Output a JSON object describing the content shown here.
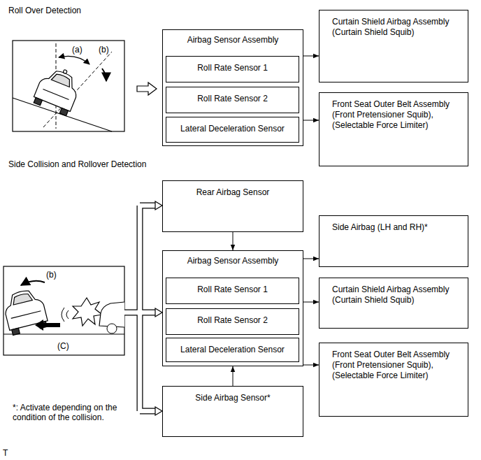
{
  "diagram": {
    "nodes": [
      {
        "text": [
          "Airbag Sensor Assembly"
        ]
      },
      {
        "text": [
          "Roll Rate Sensor 1"
        ],
        "in": 0
      },
      {
        "text": [
          "Roll Rate Sensor 2"
        ],
        "in": 0
      },
      {
        "text": [
          "Lateral Deceleration Sensor"
        ],
        "in": 0
      },
      {
        "text": [
          "Curtain Shield Airbag Assembly (Curtain Shield Squib)"
        ]
      },
      {
        "text": [
          "Front Seat Outer Belt Assembly (Front Pretensioner Squib), (Selectable Force Limiter)"
        ]
      },
      {
        "text": [
          "Rear Airbag Sensor"
        ]
      },
      {
        "text": [
          "Side Airbag (LH and RH)*"
        ]
      },
      {
        "text": [
          "Airbag Sensor Assembly"
        ]
      },
      {
        "text": [
          "Roll Rate Sensor 1"
        ],
        "in": 8
      },
      {
        "text": [
          "Roll Rate Sensor 2"
        ],
        "in": 8
      },
      {
        "text": [
          "Lateral Deceleration Sensor"
        ],
        "in": 8
      },
      {
        "text": [
          "Curtain Shield Airbag Assembly (Curtain Shield Squib)"
        ]
      },
      {
        "text": [
          "Front Seat Outer Belt Assembly (Front Pretensioner Squib), (Selectable Force Limiter)"
        ]
      },
      {
        "text": [
          "Side Airbag Sensor*"
        ]
      }
    ],
    "edges": [
      {
        "from": 0,
        "to": 4,
        "arrow": "to"
      },
      {
        "from": 0,
        "to": 5,
        "arrow": "to"
      },
      {
        "from": 6,
        "to": 8,
        "arrow": "to"
      },
      {
        "from": 14,
        "to": 8,
        "arrow": "to"
      },
      {
        "from": 8,
        "to": 7,
        "arrow": "to"
      },
      {
        "from": 8,
        "to": 12,
        "arrow": "to"
      },
      {
        "from": 8,
        "to": 13,
        "arrow": "to"
      }
    ],
    "labels": [
      "Roll Over Detection",
      "(a)",
      "(b)",
      "Side Collision and Rollover Detection",
      "(b)",
      "(C)",
      "*: Activate depending on the condition of the collision.",
      "T"
    ]
  }
}
